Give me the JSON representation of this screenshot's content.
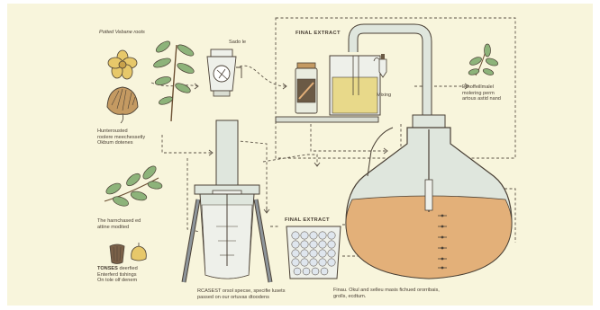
{
  "labels": {
    "top_left_title": "Potted Vebane roots",
    "sado_le": "Sado le",
    "final_extract_top": "FINAL EXTRACT",
    "mixing": "Mixing",
    "right_note": "Erhoffeillmalel\nmolering perm\nartous astid nand",
    "left_note_1": "Hunterousted\nroolere meechessetly\nOkbum dotenes",
    "left_note_2": "The harnchased ed\nattine modited",
    "left_note_3_bold": "TONSES",
    "left_note_3": " deerfied\nEnterferd tishings\nOn tole olf denem",
    "final_extract_mid": "FINAL EXTRACT",
    "bottom_center": "RCASEST orsol specse, specifie lusets\npassed on our ortuvas dtoodens",
    "bottom_right": "Finau. Okul and selleu masis fichued ororribais,\ngrolls, ecdtum."
  },
  "colors": {
    "background": "#f8f5dc",
    "ink": "#4a4035",
    "dashed_line": "#5b5246",
    "glass": "#dfe6dd",
    "liquid_amber": "#e3b079",
    "liquid_yellow": "#e8d98a",
    "leaf_green": "#8db37a",
    "flower_yellow": "#e7c86a",
    "root_brown": "#c49a62"
  },
  "icons": [
    "flower-icon",
    "root-icon",
    "herb-sprig-icon",
    "grinder-icon",
    "jar-icon",
    "beaker-icon",
    "dropper-icon",
    "leaf-icon",
    "distillation-flask-icon",
    "condenser-tube-icon",
    "filter-press-icon",
    "sample-grid-icon",
    "bark-icon",
    "pepper-icon"
  ]
}
